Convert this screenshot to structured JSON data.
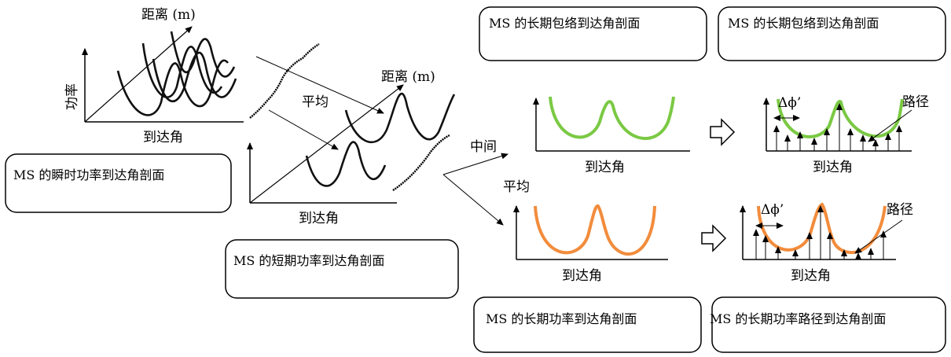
{
  "units": {
    "distance": "距离 (m)"
  },
  "axis": {
    "power": "功率",
    "aoa": "到达角"
  },
  "ops": {
    "average": "平均",
    "median": "中间",
    "average2": "平均"
  },
  "paths": {
    "label": "路径",
    "delta_phi": "Δϕ’"
  },
  "boxes": {
    "instant": "MS 的瞬时功率到达角剖面",
    "short_term": "MS 的短期功率到达角剖面",
    "envelope_a": "MS 的长期包络到达角剖面",
    "envelope_b": "MS 的长期包络到达角剖面",
    "long_power": "MS 的长期功率到达角剖面",
    "long_path": "MS 的长期功率路径到达角剖面"
  },
  "colors": {
    "green": "#7ac943",
    "orange": "#f28c3c",
    "ink": "#000000"
  },
  "icons": {
    "process_arrow": "hollow-right-arrow-icon",
    "bracket": "curly-brace-icon"
  }
}
